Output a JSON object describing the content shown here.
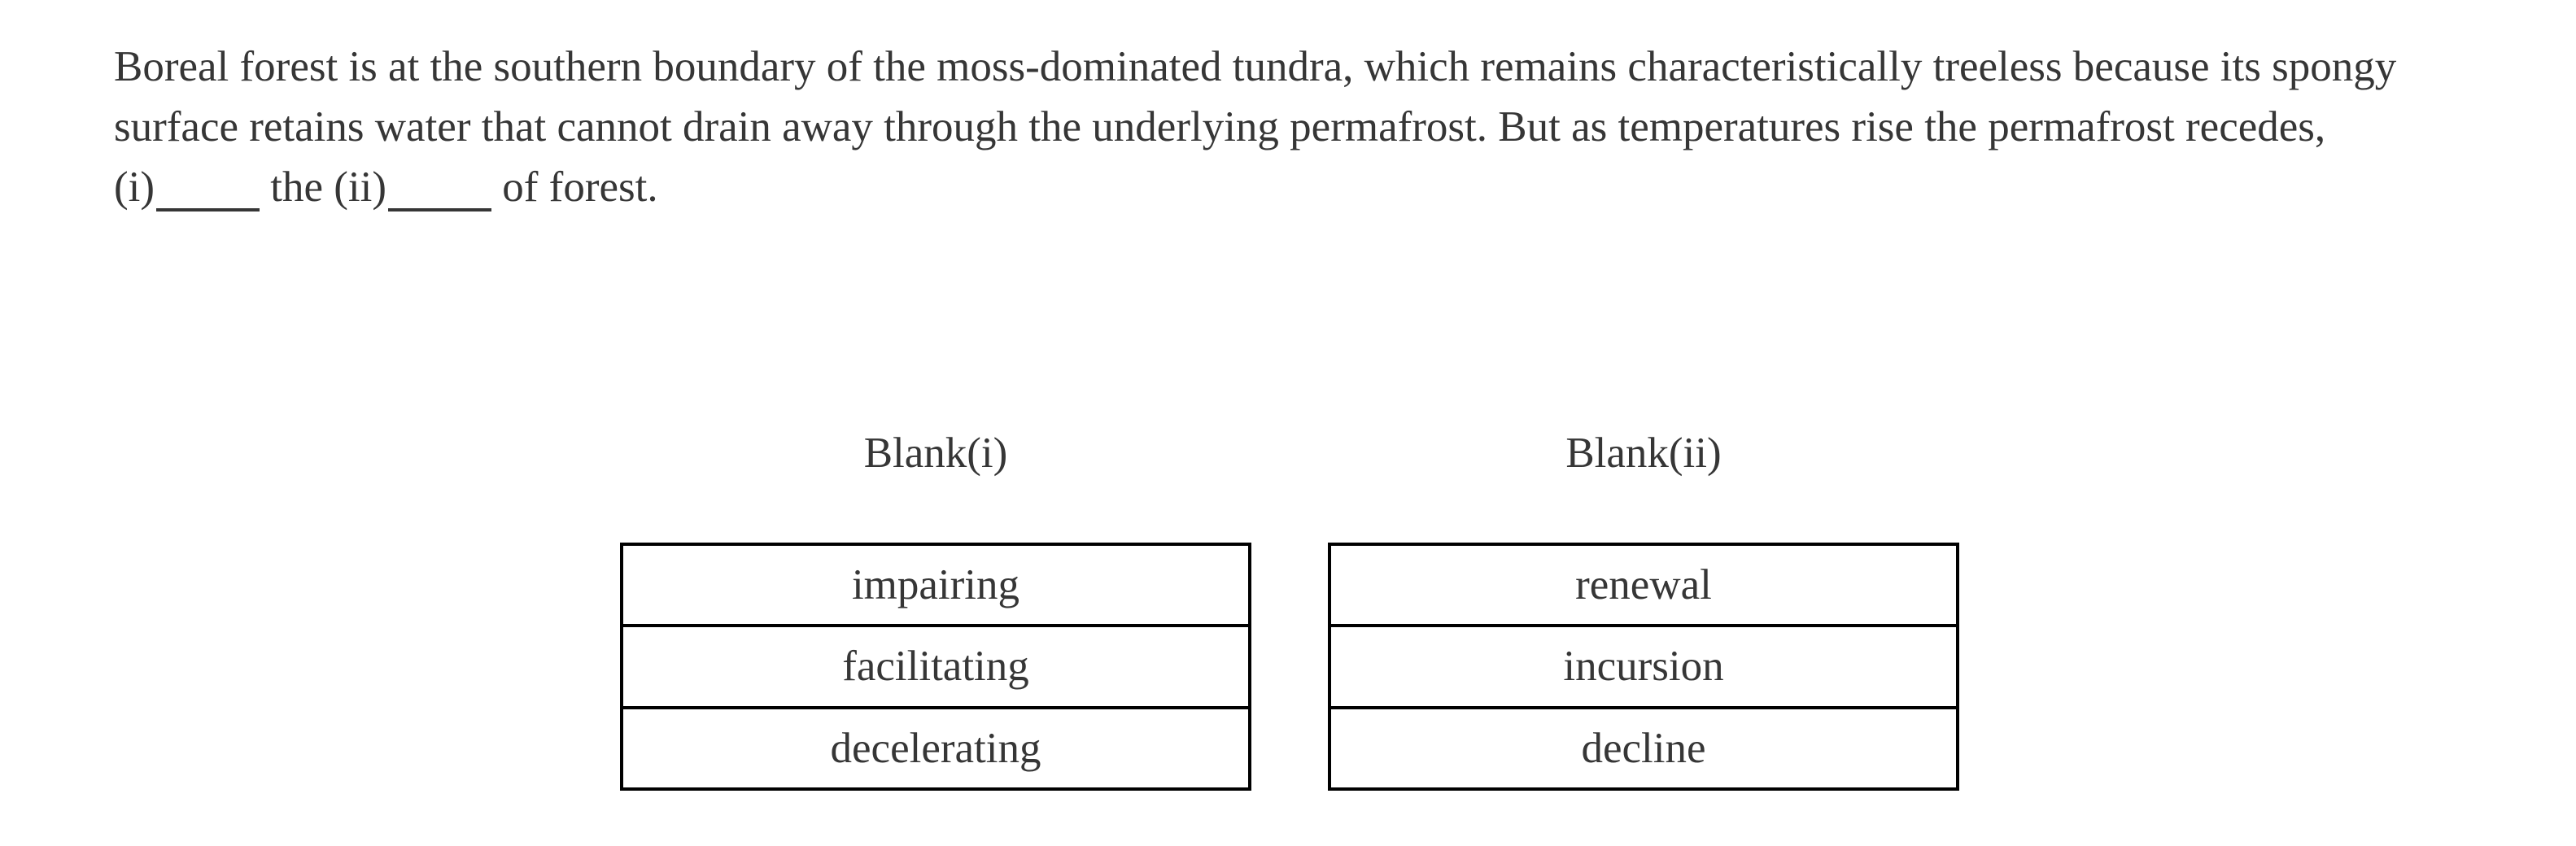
{
  "page": {
    "background": "#ffffff",
    "text_color": "#363636",
    "border_color": "#000000"
  },
  "question": {
    "passage_lines": [
      "Boreal forest is at the southern boundary of the moss-dominated tundra, which remains characteristically treeless because its spongy",
      "surface retains water that cannot drain away through the underlying permafrost. But as temperatures rise the permafrost recedes,"
    ],
    "fill_line": {
      "prefix": "(i)",
      "middle": " the (ii)",
      "suffix": " of forest."
    }
  },
  "blank_i": {
    "header": "Blank(i)",
    "options": [
      "impairing",
      "facilitating",
      "decelerating"
    ]
  },
  "blank_ii": {
    "header": "Blank(ii)",
    "options": [
      "renewal",
      "incursion",
      "decline"
    ]
  }
}
